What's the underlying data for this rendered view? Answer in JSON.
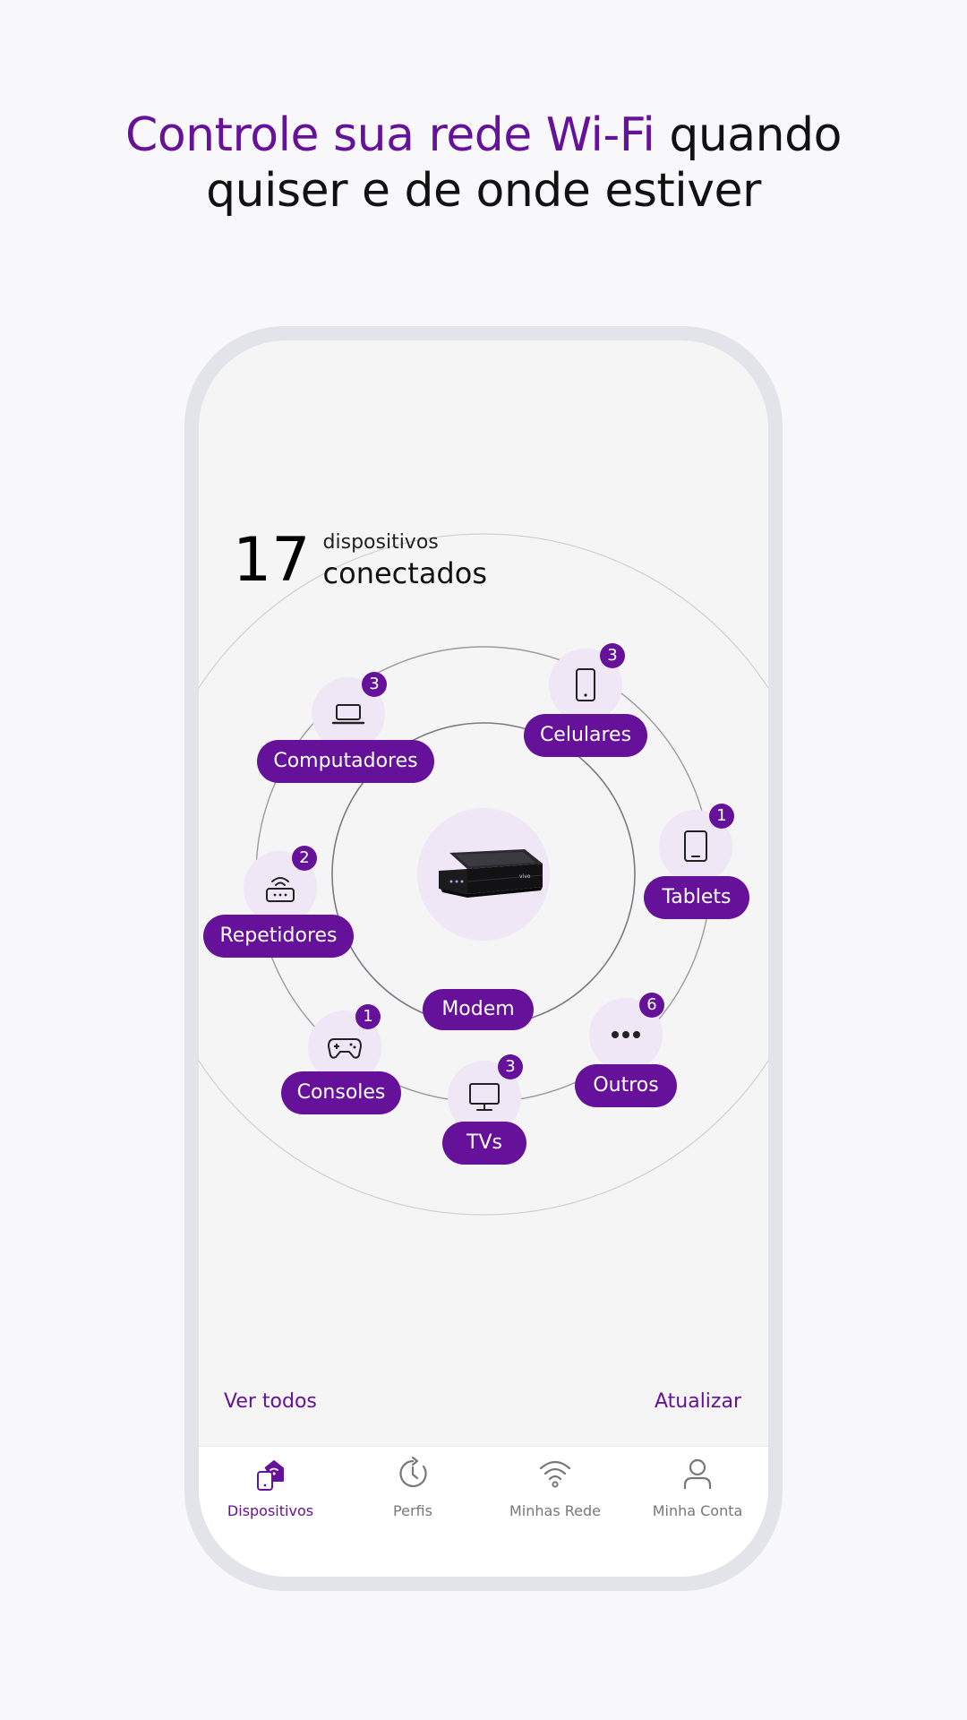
{
  "headline": {
    "accent": "Controle sua rede Wi-Fi",
    "rest_line1": " quando",
    "line2": "quiser e de onde estiver"
  },
  "summary": {
    "count": "17",
    "label_small": "dispositivos",
    "label_large": "conectados"
  },
  "center": {
    "label": "Modem",
    "icon": "modem-device"
  },
  "devices": [
    {
      "name": "computadores",
      "label": "Computadores",
      "badge": "3",
      "icon": "laptop-icon"
    },
    {
      "name": "celulares",
      "label": "Celulares",
      "badge": "3",
      "icon": "smartphone-icon"
    },
    {
      "name": "tablets",
      "label": "Tablets",
      "badge": "1",
      "icon": "tablet-icon"
    },
    {
      "name": "repetidores",
      "label": "Repetidores",
      "badge": "2",
      "icon": "router-icon"
    },
    {
      "name": "consoles",
      "label": "Consoles",
      "badge": "1",
      "icon": "gamepad-icon"
    },
    {
      "name": "tvs",
      "label": "TVs",
      "badge": "3",
      "icon": "monitor-icon"
    },
    {
      "name": "outros",
      "label": "Outros",
      "badge": "6",
      "icon": "more-dots-icon"
    }
  ],
  "actions": {
    "view_all": "Ver todos",
    "refresh": "Atualizar"
  },
  "nav": [
    {
      "label": "Dispositivos",
      "icon": "home-devices-icon",
      "active": true
    },
    {
      "label": "Perfis",
      "icon": "history-clock-icon",
      "active": false
    },
    {
      "label": "Minhas Rede",
      "icon": "wifi-icon",
      "active": false
    },
    {
      "label": "Minha Conta",
      "icon": "user-icon",
      "active": false
    }
  ],
  "colors": {
    "accent": "#66119a",
    "accent_light": "#efe6f6",
    "background": "#f8f8fa"
  }
}
